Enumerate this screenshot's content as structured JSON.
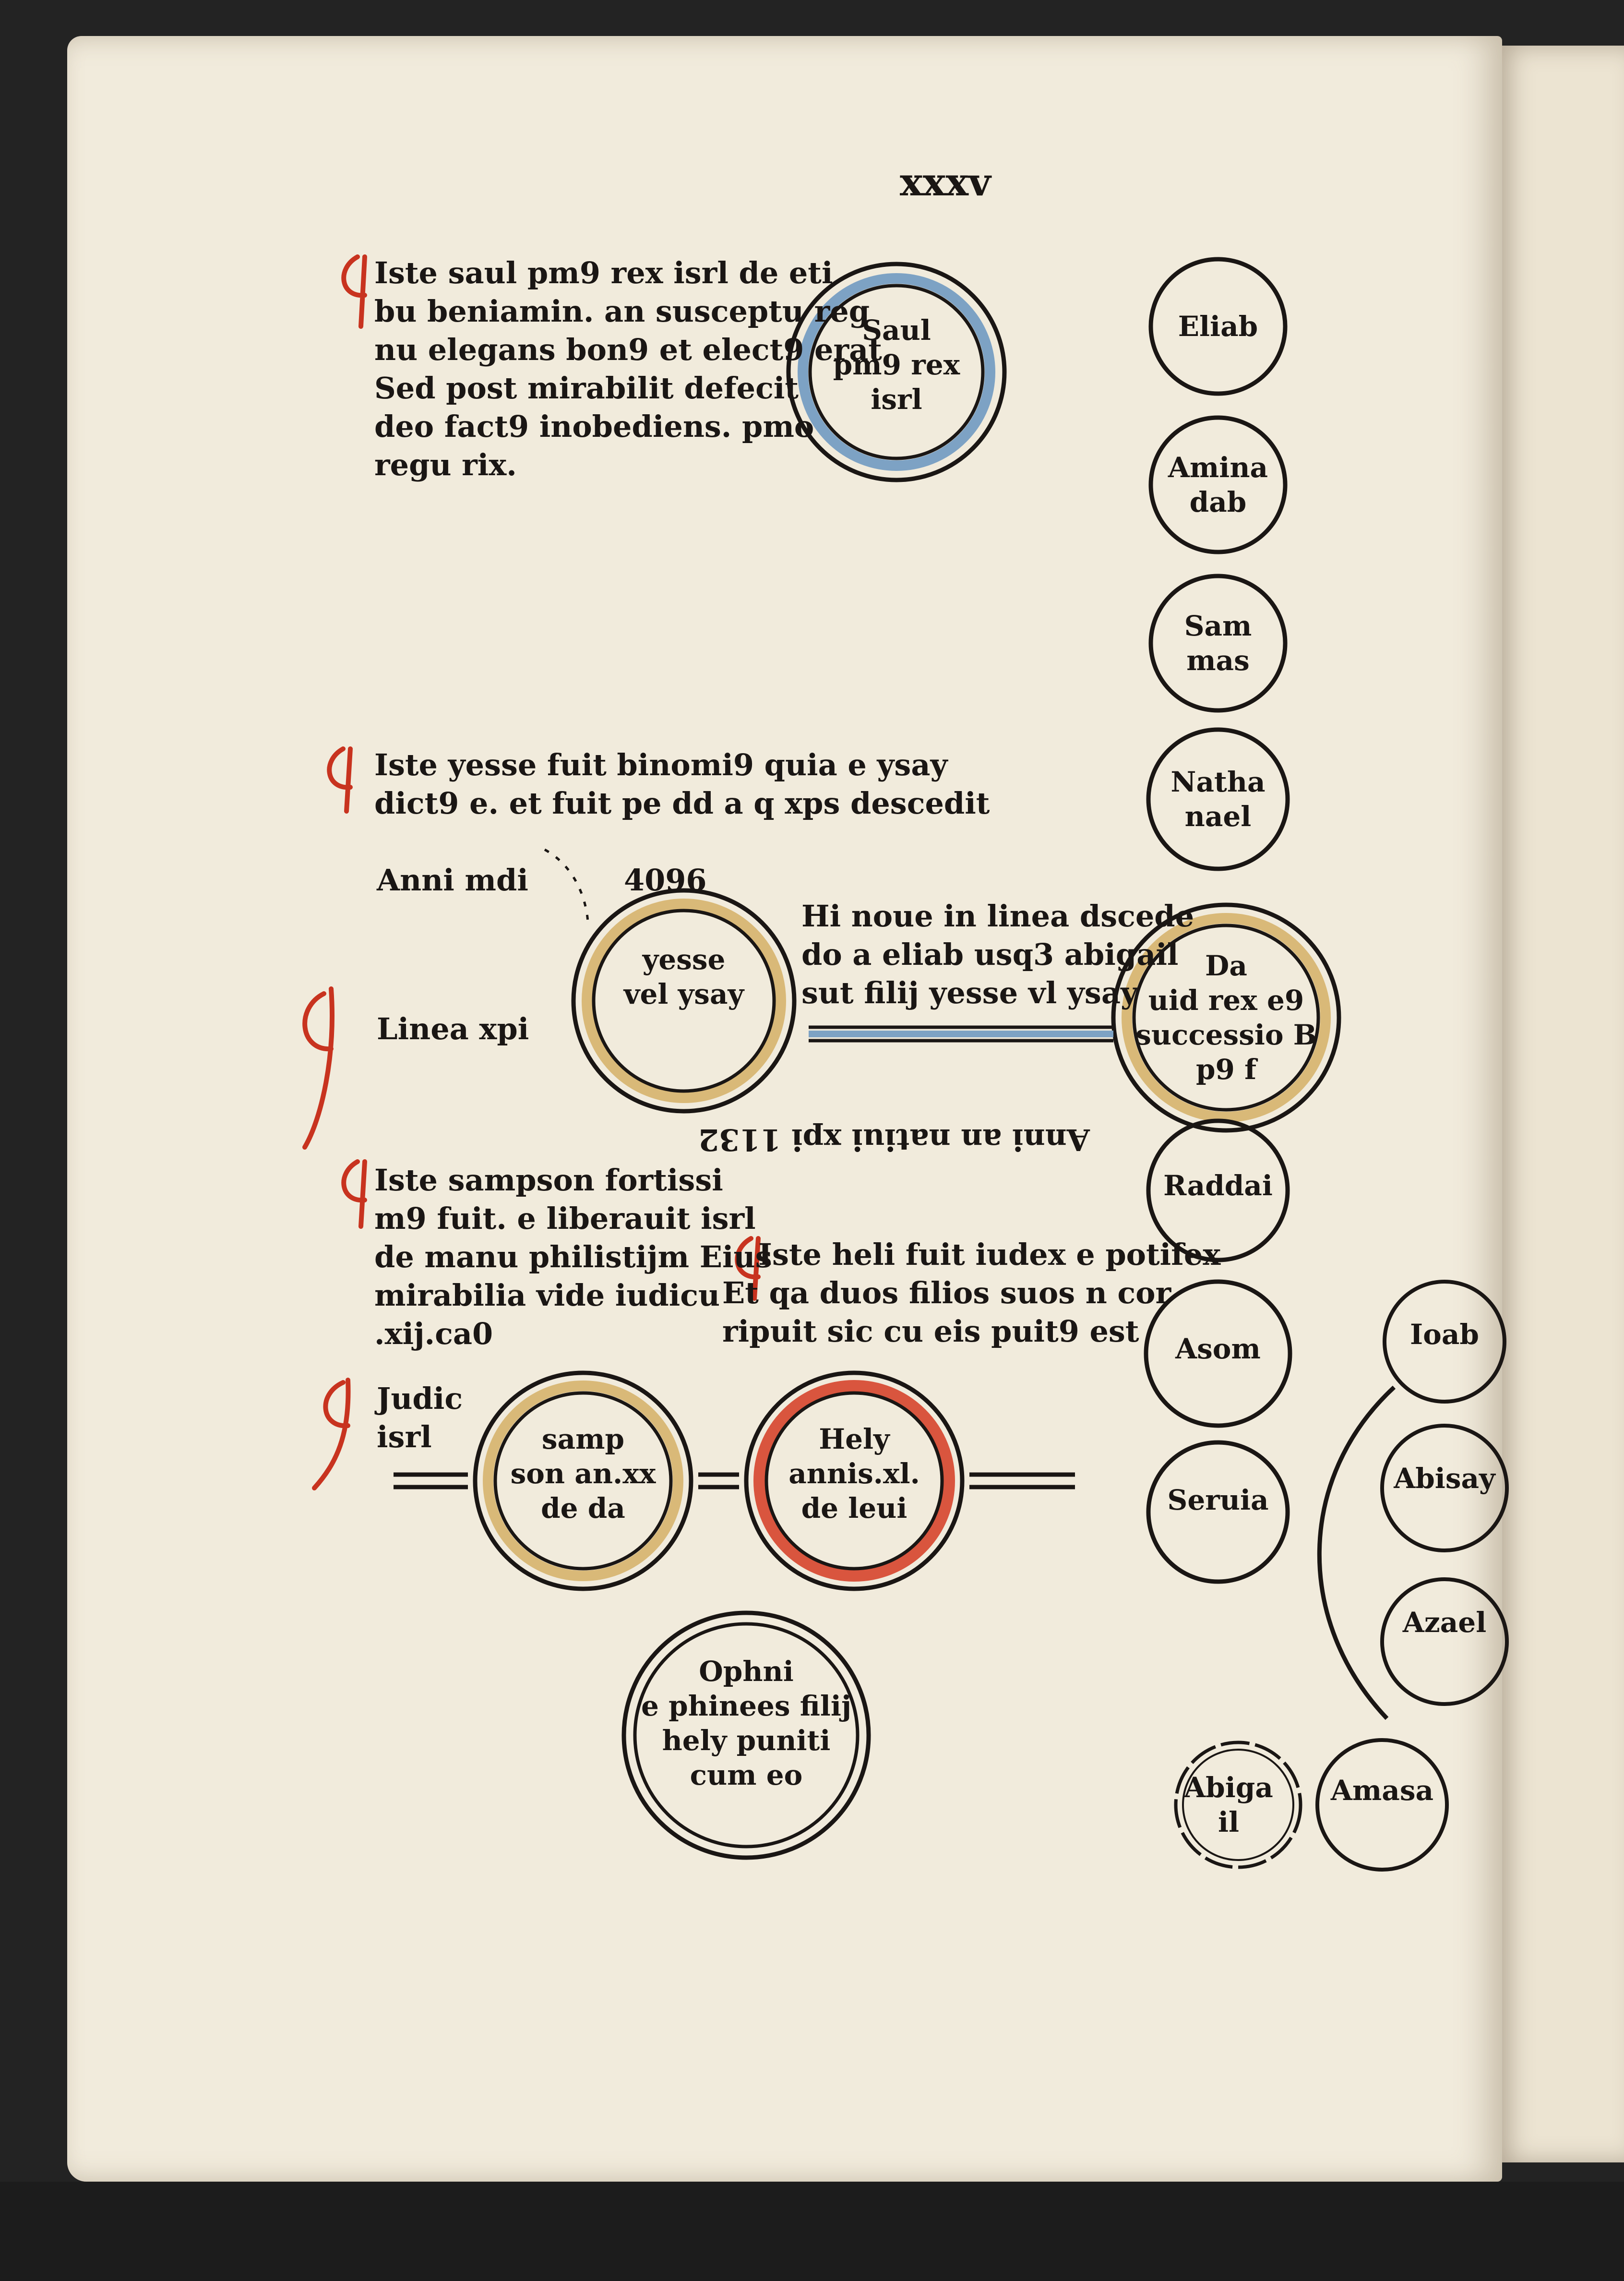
{
  "folio": "xxxv",
  "notes": {
    "saul": [
      "Iste saul pm9 rex isrl de eti",
      "bu beniamin. an susceptu reg",
      "nu elegans bon9 et elect9 erat",
      "Sed post mirabilit defecit",
      "deo fact9 inobediens. pmo",
      "regu rix."
    ],
    "yesse": [
      "Iste yesse fuit binomi9 quia e ysay",
      "dict9 e. et fuit pe dd a q xps descedit"
    ],
    "anni_mdi": "Anni mdi",
    "year_mark": "4096",
    "linea_xpi": "Linea xpi",
    "hi_noue": [
      "Hi noue in linea dscede",
      "do a eliab usq3 abigail",
      "sut filij yesse vl ysay"
    ],
    "anni_an_nativ": "Anni an natiui xpi 1132",
    "sampson": [
      "Iste sampson fortissi",
      "m9 fuit. e liberauit isrl",
      "de manu philistijm Eius",
      "mirabilia vide iudicu",
      ".xij.ca0"
    ],
    "heli": [
      "Iste heli fuit iudex e potifex",
      "Et qa duos filios suos n cor",
      "ripuit sic cu eis puit9 est"
    ],
    "judic": [
      "Judic",
      "isrl"
    ]
  },
  "circles": {
    "saul": [
      "Saul",
      "pm9 rex",
      "isrl"
    ],
    "eliab": "Eliab",
    "aminadab": [
      "Amina",
      "dab"
    ],
    "sammas": [
      "Sam",
      "mas"
    ],
    "nathanael": [
      "Natha",
      "nael"
    ],
    "dauid": [
      "Da",
      "uid rex e9",
      "successio B",
      "p9 f"
    ],
    "yesse": [
      "yesse",
      "vel ysay"
    ],
    "raddai": "Raddai",
    "asom": "Asom",
    "seruia": "Seruia",
    "ioab": "Ioab",
    "abisay": "Abisay",
    "azael": "Azael",
    "amasa": "Amasa",
    "abigail": [
      "Abiga",
      "il"
    ],
    "sampson": [
      "samp",
      "son an.xx",
      "de da"
    ],
    "hely": [
      "Hely",
      "annis.xl.",
      "de leui"
    ],
    "ophni": [
      "Ophni",
      "e phinees filij",
      "hely puniti",
      "cum eo"
    ]
  },
  "colors": {
    "ink": "#1a1614",
    "rubric": "#c8331f",
    "blue": "#7da2c4",
    "yellow": "#d9b978",
    "red": "#d9553e",
    "paper": "#f1ebdc"
  }
}
